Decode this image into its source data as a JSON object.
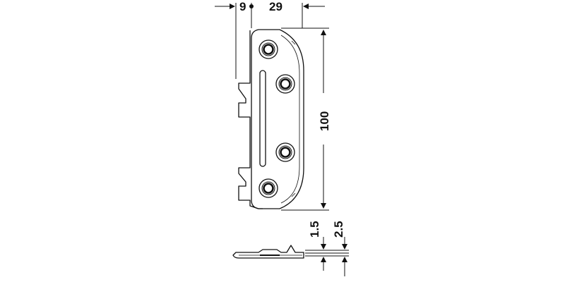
{
  "dimensions": {
    "offset": "9",
    "width": "29",
    "length": "100",
    "thickness_plate": "1.5",
    "thickness_total": "2.5"
  },
  "colors": {
    "line": "#111111",
    "background": "#ffffff"
  }
}
